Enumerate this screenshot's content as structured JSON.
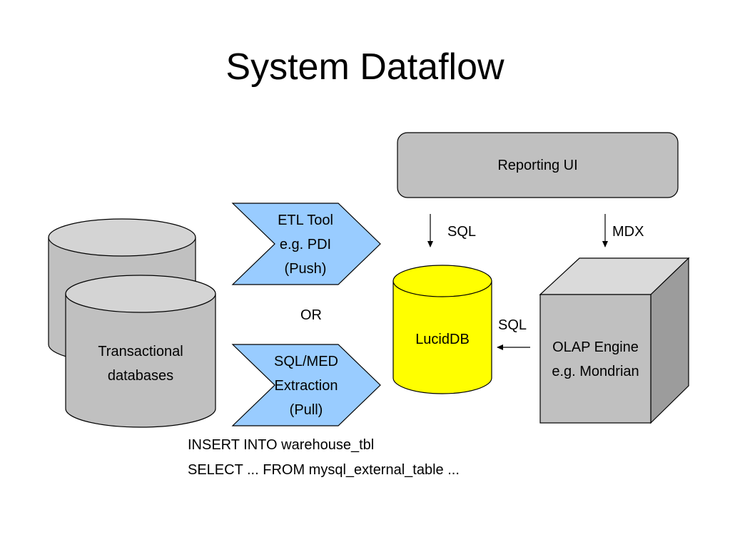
{
  "title": "System Dataflow",
  "nodes": {
    "reporting_ui": "Reporting UI",
    "etl_tool": [
      "ETL Tool",
      "e.g. PDI",
      "(Push)"
    ],
    "or_label": "OR",
    "sqlmed": [
      "SQL/MED",
      "Extraction",
      "(Pull)"
    ],
    "transactional": [
      "Transactional",
      "databases"
    ],
    "luciddb": "LucidDB",
    "olap": [
      "OLAP Engine",
      "e.g. Mondrian"
    ]
  },
  "edges": {
    "ui_to_luciddb": "SQL",
    "ui_to_olap": "MDX",
    "olap_to_luciddb": "SQL"
  },
  "sql_statements": [
    "INSERT INTO warehouse_tbl",
    "SELECT ... FROM mysql_external_table ..."
  ],
  "colors": {
    "gray_fill": "#c0c0c0",
    "gray_light": "#d4d4d4",
    "light_blue": "#99ccff",
    "yellow": "#ffff00",
    "cube_side": "#9c9c9c",
    "cube_top": "#dadada"
  }
}
